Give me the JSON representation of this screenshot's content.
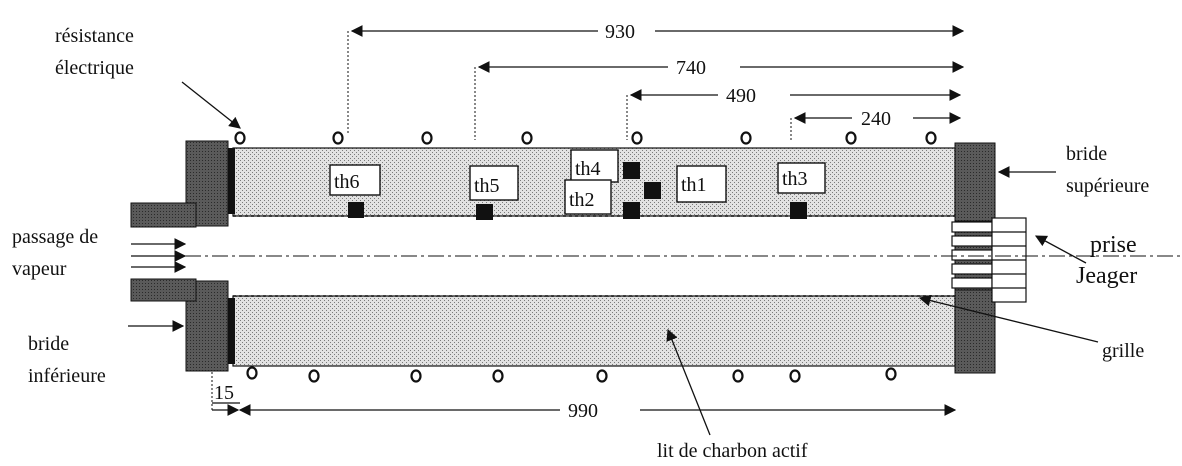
{
  "labels": {
    "resistance_line1": "résistance",
    "resistance_line2": "électrique",
    "steam_line1": "passage de",
    "steam_line2": "vapeur",
    "lower_flange_line1": "bride",
    "lower_flange_line2": "inférieure",
    "upper_flange_line1": "bride",
    "upper_flange_line2": "supérieure",
    "jeager_line1": "prise",
    "jeager_line2": "Jeager",
    "grid": "grille",
    "bed": "lit de charbon actif"
  },
  "dimensions": {
    "d930": "930",
    "d740": "740",
    "d490": "490",
    "d240": "240",
    "d990": "990",
    "d15": "15"
  },
  "thermocouples": {
    "th1": "th1",
    "th2": "th2",
    "th3": "th3",
    "th4": "th4",
    "th5": "th5",
    "th6": "th6"
  },
  "colors": {
    "bed_fill": "#d4d4d4",
    "flange_fill": "#5a5a5a",
    "line": "#111111"
  }
}
